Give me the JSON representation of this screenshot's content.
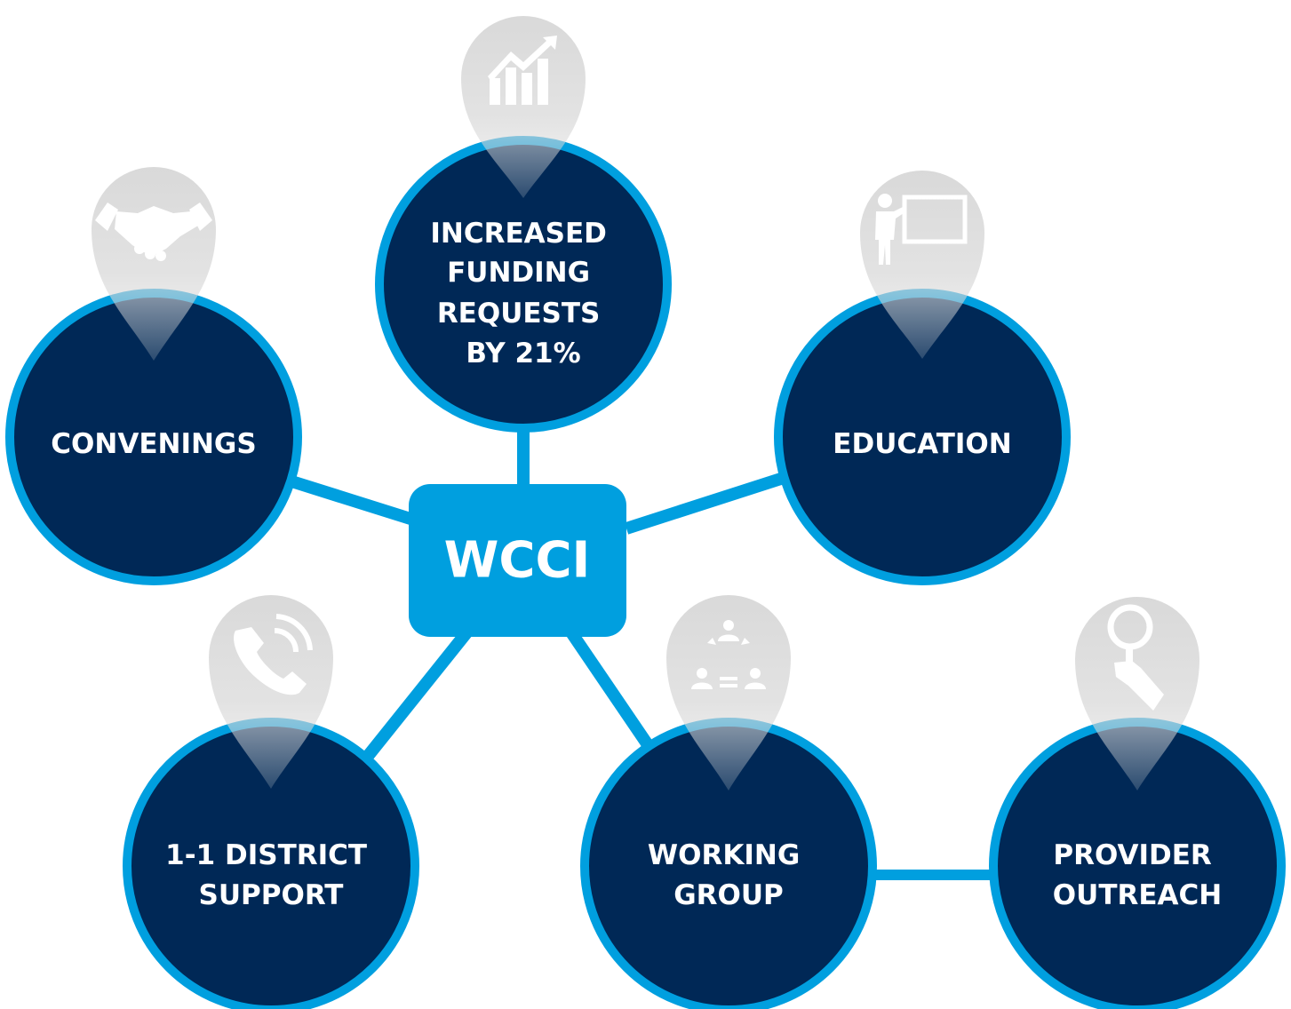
{
  "colors": {
    "accent": "#009fdf",
    "node_fill": "#002856",
    "hub_fill": "#009fdf",
    "pin_fill": "#d9d9d9",
    "icon_fill": "#ffffff",
    "background": "#ffffff"
  },
  "hub": {
    "label": "WCCI"
  },
  "nodes": [
    {
      "id": "increased-funding",
      "lines": [
        "INCREASED",
        "FUNDING",
        "REQUESTS",
        "BY 21%"
      ],
      "icon": "growth-chart-icon"
    },
    {
      "id": "convenings",
      "lines": [
        "CONVENINGS"
      ],
      "icon": "handshake-icon"
    },
    {
      "id": "education",
      "lines": [
        "EDUCATION"
      ],
      "icon": "presentation-board-icon"
    },
    {
      "id": "district-support",
      "lines": [
        "1-1 DISTRICT",
        "SUPPORT"
      ],
      "icon": "phone-icon"
    },
    {
      "id": "working-group",
      "lines": [
        "WORKING",
        "GROUP"
      ],
      "icon": "team-network-icon"
    },
    {
      "id": "provider-outreach",
      "lines": [
        "PROVIDER",
        "OUTREACH"
      ],
      "icon": "magnifier-hand-icon"
    }
  ],
  "edges": [
    {
      "from": "hub",
      "to": "increased-funding"
    },
    {
      "from": "hub",
      "to": "convenings"
    },
    {
      "from": "hub",
      "to": "education"
    },
    {
      "from": "hub",
      "to": "district-support"
    },
    {
      "from": "hub",
      "to": "working-group"
    },
    {
      "from": "working-group",
      "to": "provider-outreach"
    }
  ]
}
